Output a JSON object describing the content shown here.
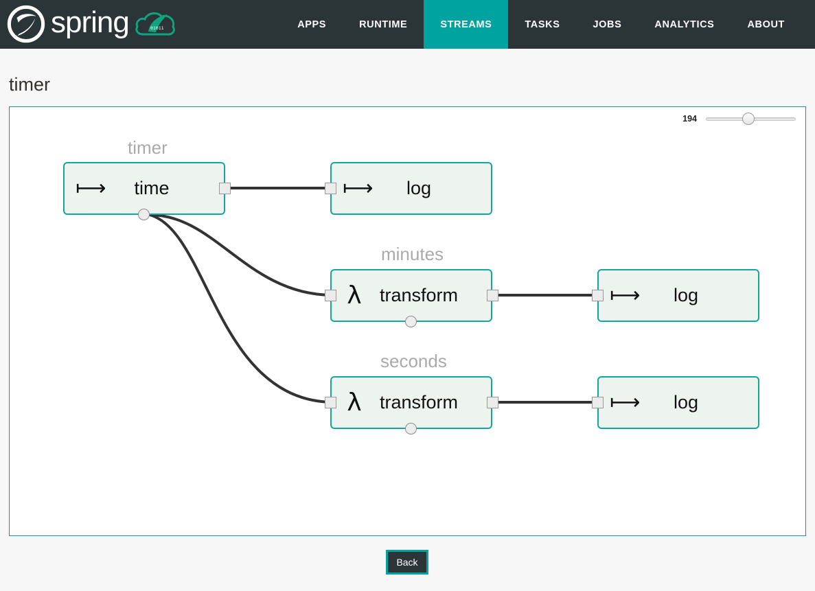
{
  "header": {
    "brand_text": "spring",
    "brand_logo_icon": "spring-leaf-icon",
    "brand_cloud_icon": "spring-cloud-dataflow-icon",
    "nav": [
      {
        "label": "APPS",
        "active": false
      },
      {
        "label": "RUNTIME",
        "active": false
      },
      {
        "label": "STREAMS",
        "active": true
      },
      {
        "label": "TASKS",
        "active": false
      },
      {
        "label": "JOBS",
        "active": false
      },
      {
        "label": "ANALYTICS",
        "active": false
      },
      {
        "label": "ABOUT",
        "active": false
      }
    ]
  },
  "page": {
    "title": "timer"
  },
  "canvas": {
    "zoom": {
      "value": "194",
      "thumb_percent": 47
    },
    "group_labels": [
      {
        "text": "timer"
      },
      {
        "text": "minutes"
      },
      {
        "text": "seconds"
      }
    ],
    "nodes": [
      {
        "id": "time",
        "icon": "⟼",
        "icon_name": "source-arrow-icon",
        "label": "time"
      },
      {
        "id": "log-top",
        "icon": "⟼",
        "icon_name": "sink-arrow-icon",
        "label": "log"
      },
      {
        "id": "transform-1",
        "icon": "λ",
        "icon_name": "lambda-icon",
        "label": "transform"
      },
      {
        "id": "log-mid",
        "icon": "⟼",
        "icon_name": "sink-arrow-icon",
        "label": "log"
      },
      {
        "id": "transform-2",
        "icon": "λ",
        "icon_name": "lambda-icon",
        "label": "transform"
      },
      {
        "id": "log-bot",
        "icon": "⟼",
        "icon_name": "sink-arrow-icon",
        "label": "log"
      }
    ]
  },
  "footer": {
    "back_label": "Back"
  },
  "colors": {
    "nav_background": "#2b3437",
    "accent_teal": "#00a3a0",
    "node_border": "#12a79d",
    "node_fill": "#edf4ee",
    "group_label": "#aaaaaa",
    "page_background": "#f7f7f7",
    "edge_stroke": "#333333"
  }
}
